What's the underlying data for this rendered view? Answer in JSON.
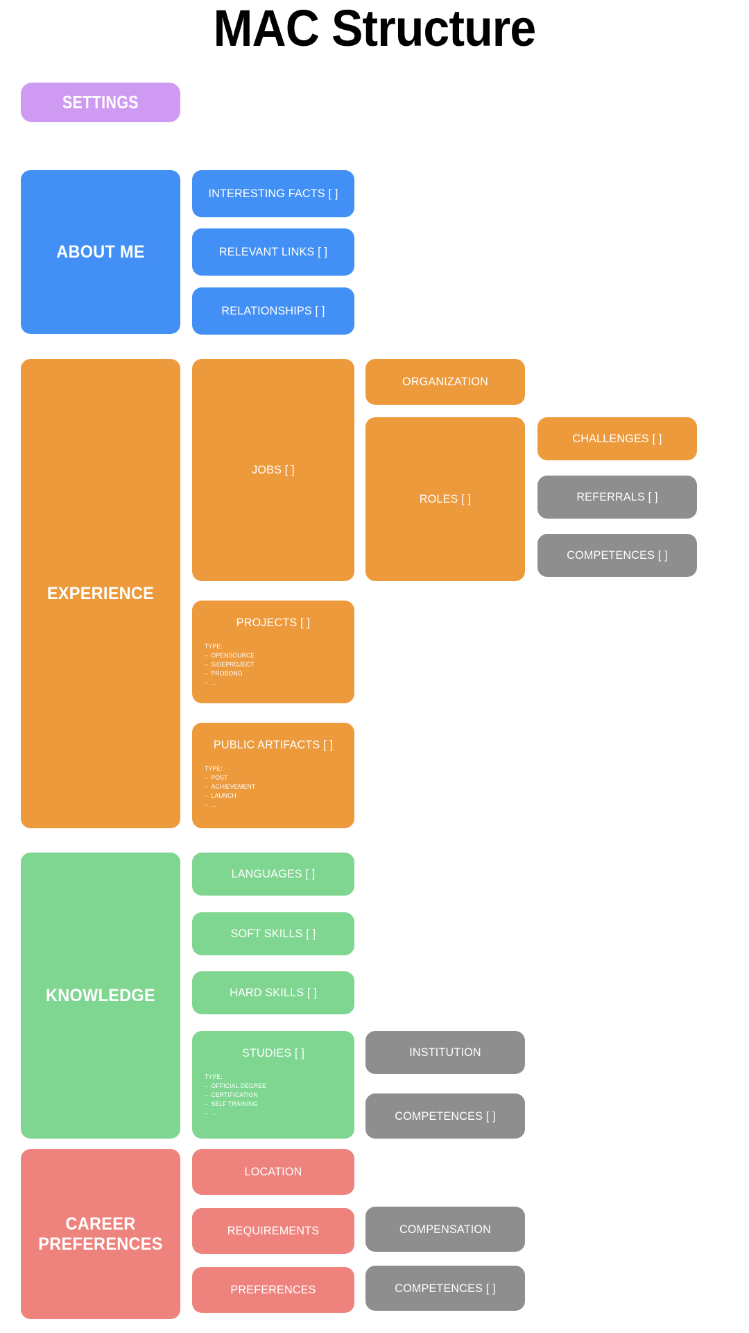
{
  "page": {
    "title": "MAC Structure",
    "background": "#ffffff"
  },
  "colors": {
    "purple": "#cf9bf2",
    "blue": "#4290f5",
    "orange": "#ed9a3c",
    "green": "#7fd691",
    "red": "#ee837e",
    "gray": "#8e8e8e",
    "text_on_block": "#ffffff",
    "title_text": "#000000"
  },
  "settings": {
    "label": "SETTINGS"
  },
  "sections": {
    "about_me": {
      "label": "ABOUT ME",
      "color": "#4290f5",
      "children": [
        {
          "label": "INTERESTING FACTS [ ]",
          "color": "#4290f5"
        },
        {
          "label": "RELEVANT LINKS [ ]",
          "color": "#4290f5"
        },
        {
          "label": "RELATIONSHIPS [ ]",
          "color": "#4290f5"
        }
      ]
    },
    "experience": {
      "label": "EXPERIENCE",
      "color": "#ed9a3c",
      "jobs": {
        "label": "JOBS [ ]",
        "color": "#ed9a3c"
      },
      "organization": {
        "label": "ORGANIZATION",
        "color": "#ed9a3c"
      },
      "roles": {
        "label": "ROLES [ ]",
        "color": "#ed9a3c"
      },
      "challenges": {
        "label": "CHALLENGES [ ]",
        "color": "#ed9a3c"
      },
      "referrals": {
        "label": "REFERRALS [ ]",
        "color": "#8e8e8e"
      },
      "competences": {
        "label": "COMPETENCES [ ]",
        "color": "#8e8e8e"
      },
      "projects": {
        "label": "PROJECTS [ ]",
        "color": "#ed9a3c",
        "type_heading": "TYPE:",
        "types": [
          "OPENSOURCE",
          "SIDEPROJECT",
          "PROBONO",
          "..."
        ]
      },
      "public_artifacts": {
        "label": "PUBLIC ARTIFACTS [ ]",
        "color": "#ed9a3c",
        "type_heading": "TYPE:",
        "types": [
          "POST",
          "ACHIEVEMENT",
          "LAUNCH",
          "..."
        ]
      }
    },
    "knowledge": {
      "label": "KNOWLEDGE",
      "color": "#7fd691",
      "languages": {
        "label": "LANGUAGES [ ]",
        "color": "#7fd691"
      },
      "soft_skills": {
        "label": "SOFT SKILLS [ ]",
        "color": "#7fd691"
      },
      "hard_skills": {
        "label": "HARD SKILLS [ ]",
        "color": "#7fd691"
      },
      "studies": {
        "label": "STUDIES [ ]",
        "color": "#7fd691",
        "type_heading": "TYPE:",
        "types": [
          "OFFICIAL DEGREE",
          "CERTIFICATION",
          "SELF TRAINING",
          "..."
        ]
      },
      "institution": {
        "label": "INSTITUTION",
        "color": "#8e8e8e"
      },
      "competences": {
        "label": "COMPETENCES [ ]",
        "color": "#8e8e8e"
      }
    },
    "career_preferences": {
      "label": "CAREER\nPREFERENCES",
      "label_line1": "CAREER",
      "label_line2": "PREFERENCES",
      "color": "#ee837e",
      "location": {
        "label": "LOCATION",
        "color": "#ee837e"
      },
      "requirements": {
        "label": "REQUIREMENTS",
        "color": "#ee837e"
      },
      "preferences": {
        "label": "PREFERENCES",
        "color": "#ee837e"
      },
      "compensation": {
        "label": "COMPENSATION",
        "color": "#8e8e8e"
      },
      "competences": {
        "label": "COMPETENCES [ ]",
        "color": "#8e8e8e"
      }
    }
  }
}
